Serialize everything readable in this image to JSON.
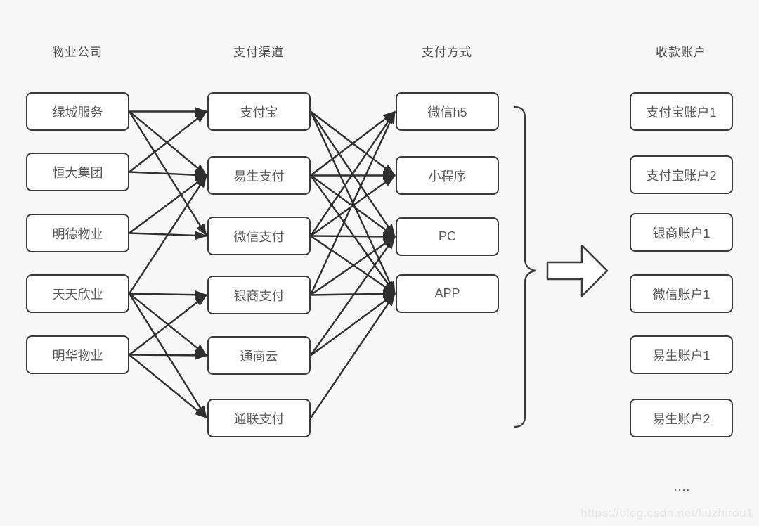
{
  "background": "#f7f7f7",
  "colors": {
    "line": "#2f2f2f",
    "box_border": "#3a3a3a",
    "box_fill": "#ffffff",
    "box_text": "#595959",
    "header_text": "#4d4d4d",
    "watermark_text": "#e6e6e6"
  },
  "columns": [
    {
      "header": "物业公司",
      "items": [
        {
          "id": "lvcheng",
          "label": "绿城服务"
        },
        {
          "id": "hengda",
          "label": "恒大集团"
        },
        {
          "id": "mingde",
          "label": "明德物业"
        },
        {
          "id": "tiantian",
          "label": "天天欣业"
        },
        {
          "id": "minghua",
          "label": "明华物业"
        }
      ]
    },
    {
      "header": "支付渠道",
      "items": [
        {
          "id": "zhifubao",
          "label": "支付宝"
        },
        {
          "id": "yisheng",
          "label": "易生支付"
        },
        {
          "id": "weixinzhifu",
          "label": "微信支付"
        },
        {
          "id": "yinshang",
          "label": "银商支付"
        },
        {
          "id": "tongshangyun",
          "label": "通商云"
        },
        {
          "id": "tonglian",
          "label": "通联支付"
        }
      ]
    },
    {
      "header": "支付方式",
      "items": [
        {
          "id": "weixinh5",
          "label": "微信h5"
        },
        {
          "id": "xiaochengxu",
          "label": "小程序"
        },
        {
          "id": "pc",
          "label": "PC"
        },
        {
          "id": "app",
          "label": "APP"
        }
      ]
    },
    {
      "header": "收款账户",
      "items": [
        {
          "id": "acct_zfb1",
          "label": "支付宝账户1"
        },
        {
          "id": "acct_zfb2",
          "label": "支付宝账户2"
        },
        {
          "id": "acct_ys1",
          "label": "银商账户1"
        },
        {
          "id": "acct_wx1",
          "label": "微信账户1"
        },
        {
          "id": "acct_es1",
          "label": "易生账户1"
        },
        {
          "id": "acct_es2",
          "label": "易生账户2"
        }
      ]
    }
  ],
  "edges": {
    "company_to_channel": [
      [
        "lvcheng",
        "zhifubao"
      ],
      [
        "lvcheng",
        "yisheng"
      ],
      [
        "lvcheng",
        "weixinzhifu"
      ],
      [
        "hengda",
        "zhifubao"
      ],
      [
        "hengda",
        "yisheng"
      ],
      [
        "mingde",
        "yisheng"
      ],
      [
        "mingde",
        "weixinzhifu"
      ],
      [
        "tiantian",
        "yisheng"
      ],
      [
        "tiantian",
        "yinshang"
      ],
      [
        "tiantian",
        "tongshangyun"
      ],
      [
        "tiantian",
        "tonglian"
      ],
      [
        "minghua",
        "yinshang"
      ],
      [
        "minghua",
        "tongshangyun"
      ],
      [
        "minghua",
        "tonglian"
      ]
    ],
    "channel_to_method": [
      [
        "zhifubao",
        "xiaochengxu"
      ],
      [
        "zhifubao",
        "pc"
      ],
      [
        "zhifubao",
        "app"
      ],
      [
        "yisheng",
        "weixinh5"
      ],
      [
        "yisheng",
        "xiaochengxu"
      ],
      [
        "yisheng",
        "pc"
      ],
      [
        "yisheng",
        "app"
      ],
      [
        "weixinzhifu",
        "weixinh5"
      ],
      [
        "weixinzhifu",
        "xiaochengxu"
      ],
      [
        "weixinzhifu",
        "pc"
      ],
      [
        "weixinzhifu",
        "app"
      ],
      [
        "yinshang",
        "weixinh5"
      ],
      [
        "yinshang",
        "pc"
      ],
      [
        "yinshang",
        "app"
      ],
      [
        "tongshangyun",
        "pc"
      ],
      [
        "tongshangyun",
        "app"
      ],
      [
        "tonglian",
        "app"
      ]
    ]
  },
  "annotations": {
    "ellipsis": "....",
    "watermark": "https://blog.csdn.net/liuzhirou1"
  }
}
